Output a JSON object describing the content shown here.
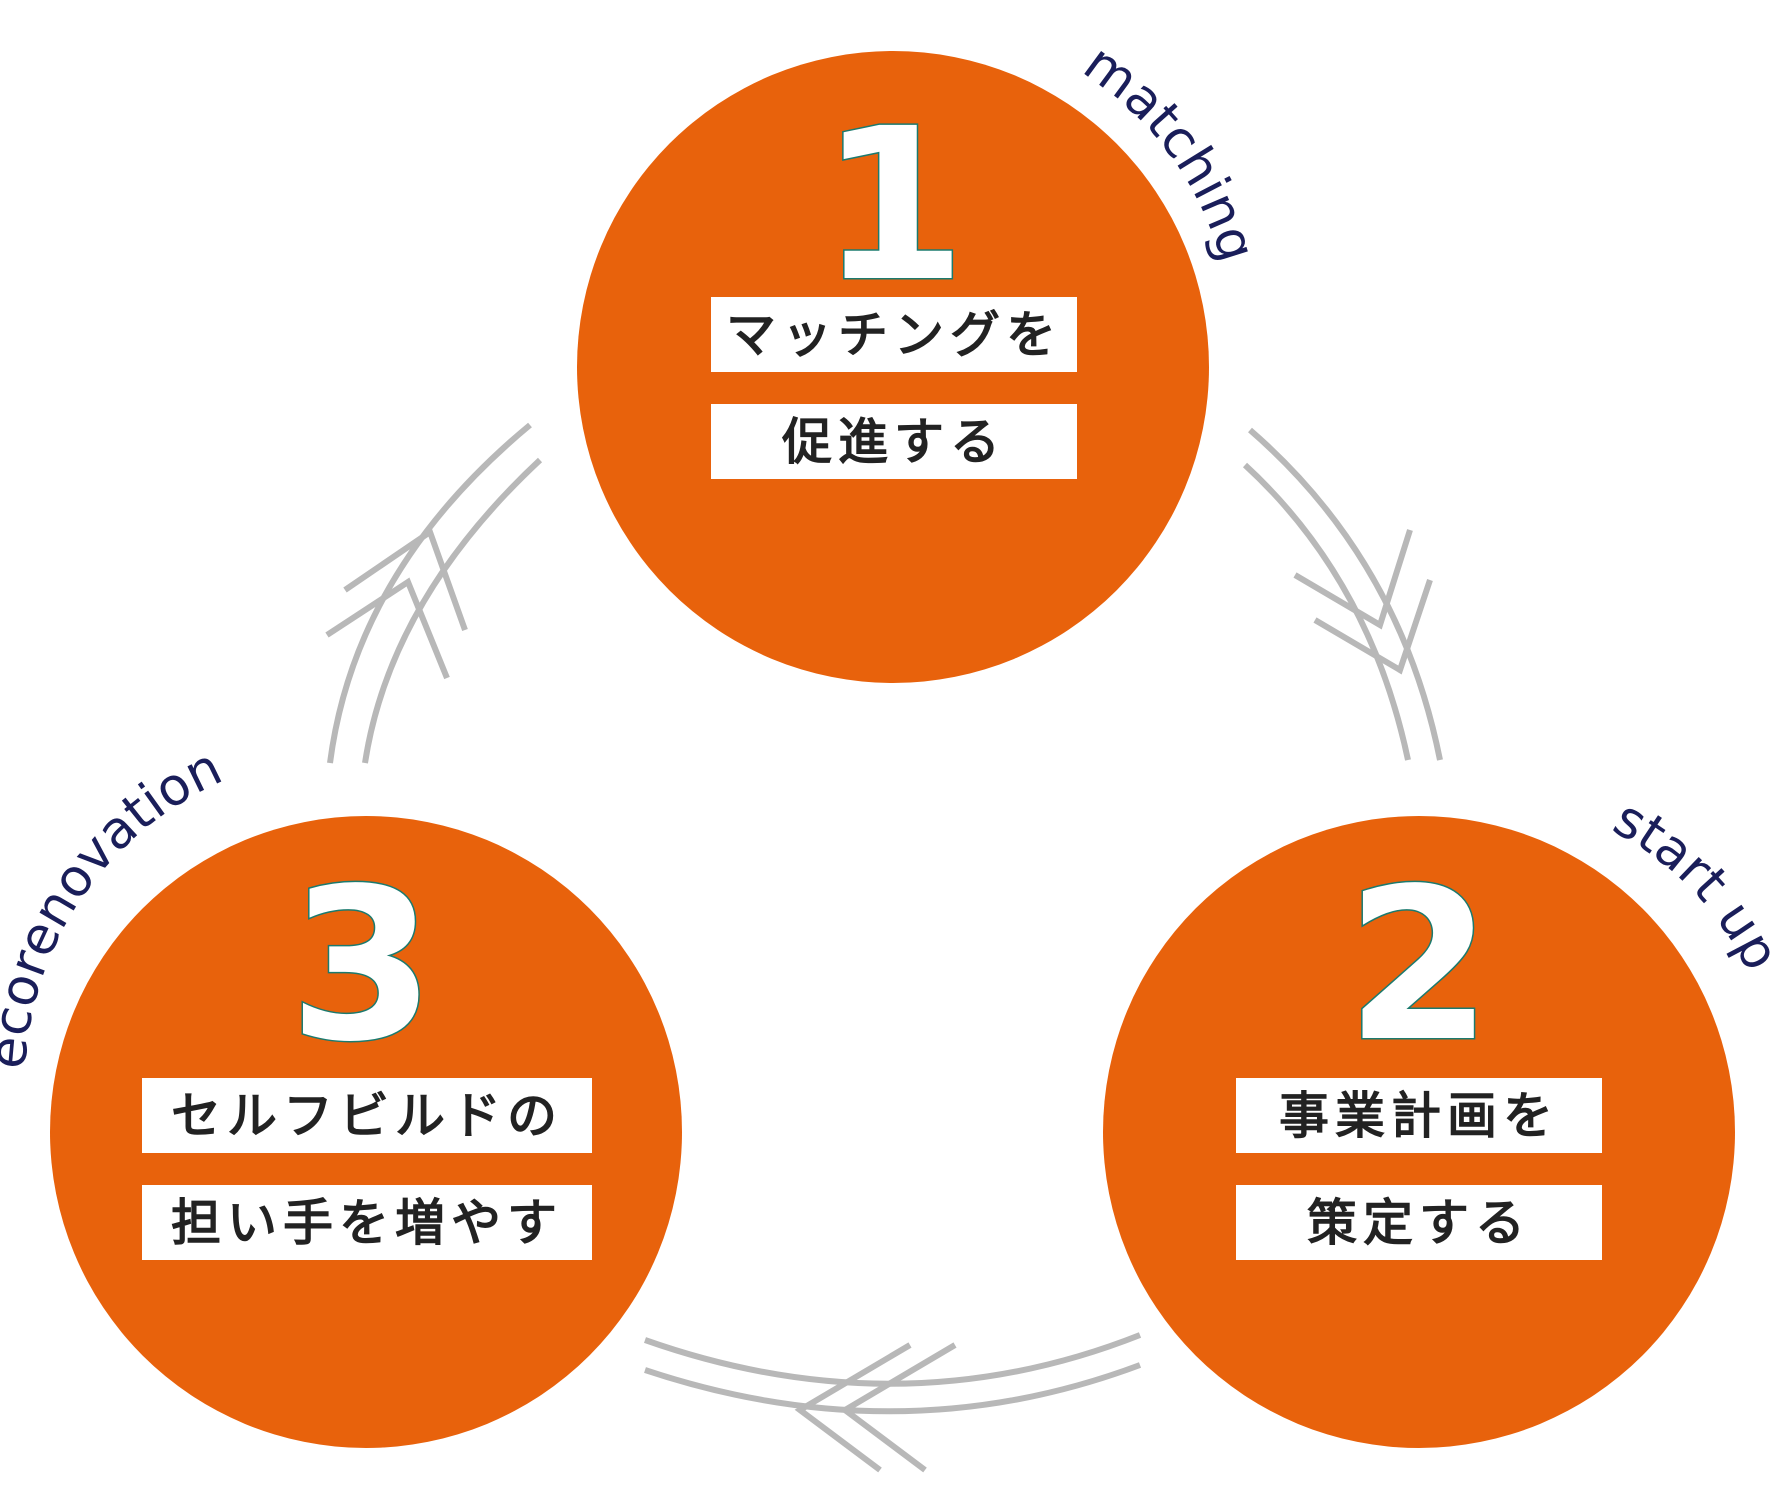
{
  "colors": {
    "circle_fill": "#e8620c",
    "box_fill": "#ffffff",
    "number_stroke": "#1b7a6e",
    "label_color": "#1a1e5a",
    "arrow_color": "#b8b8b8"
  },
  "steps": [
    {
      "number": "1",
      "line1": "マッチングを",
      "line2": "促進する",
      "curve_label": "matching"
    },
    {
      "number": "2",
      "line1": "事業計画を",
      "line2": "策定する",
      "curve_label": "start up"
    },
    {
      "number": "3",
      "line1": "セルフビルドの",
      "line2": "担い手を増やす",
      "curve_label": "ecorenovation"
    }
  ]
}
